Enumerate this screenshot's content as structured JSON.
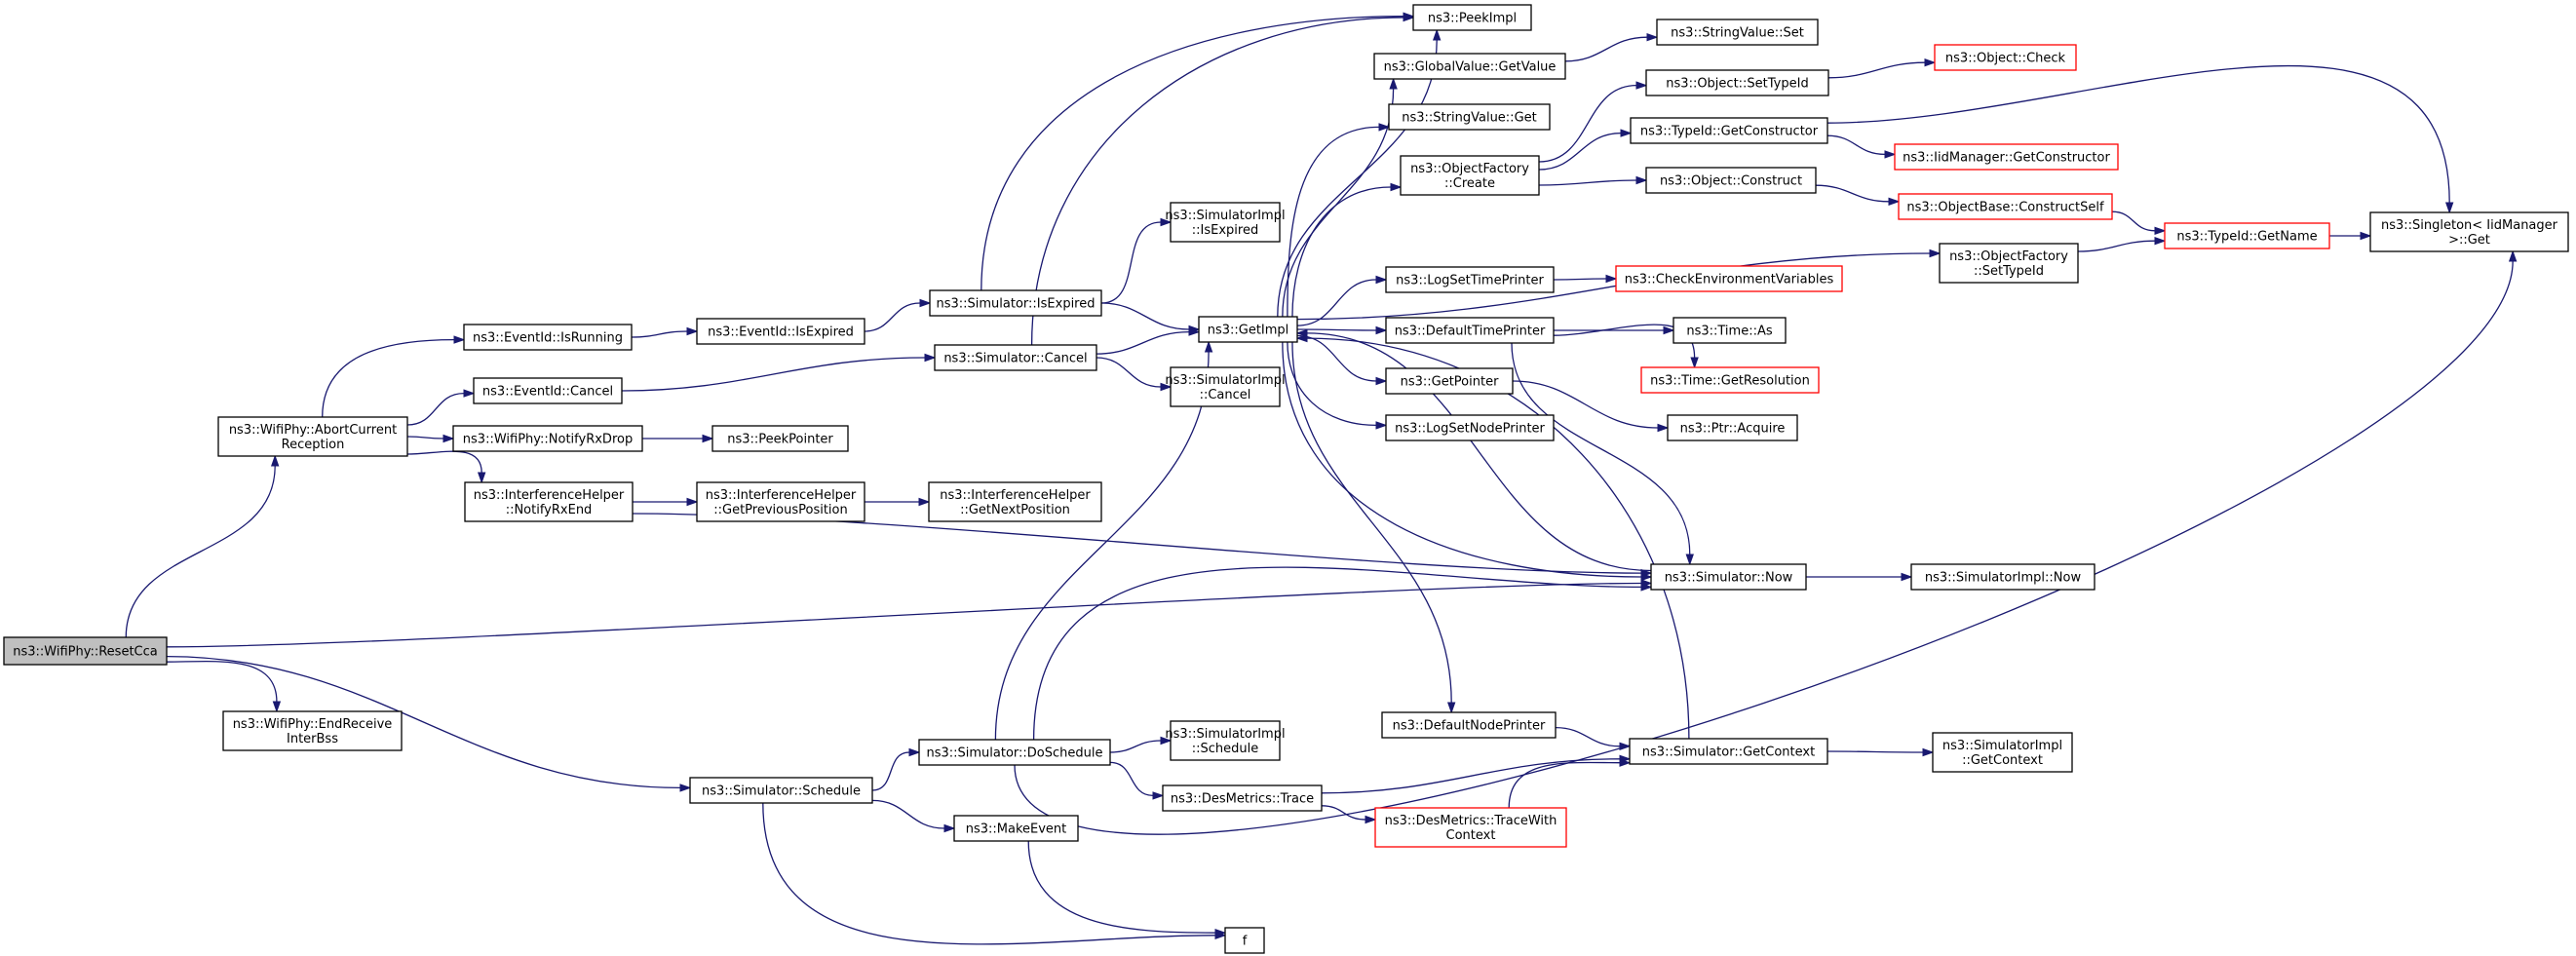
{
  "graph_title": "",
  "colors": {
    "edge": "#191970",
    "node_border": "#000000",
    "node_border_incomplete": "#ff0000",
    "root_fill": "#bfbfbf",
    "node_fill": "#ffffff"
  },
  "nodes": [
    {
      "id": "reset",
      "lines": [
        "ns3::WifiPhy::ResetCca"
      ],
      "style": "root"
    },
    {
      "id": "abort",
      "lines": [
        "ns3::WifiPhy::AbortCurrent",
        "Reception"
      ]
    },
    {
      "id": "endrecv",
      "lines": [
        "ns3::WifiPhy::EndReceive",
        "InterBss"
      ]
    },
    {
      "id": "simsched",
      "lines": [
        "ns3::Simulator::Schedule"
      ]
    },
    {
      "id": "isrunning",
      "lines": [
        "ns3::EventId::IsRunning"
      ]
    },
    {
      "id": "evcancel",
      "lines": [
        "ns3::EventId::Cancel"
      ]
    },
    {
      "id": "notifyrxdrop",
      "lines": [
        "ns3::WifiPhy::NotifyRxDrop"
      ]
    },
    {
      "id": "ihnotify",
      "lines": [
        "ns3::InterferenceHelper",
        "::NotifyRxEnd"
      ]
    },
    {
      "id": "evexpired",
      "lines": [
        "ns3::EventId::IsExpired"
      ]
    },
    {
      "id": "peekptr",
      "lines": [
        "ns3::PeekPointer"
      ]
    },
    {
      "id": "ihprev",
      "lines": [
        "ns3::InterferenceHelper",
        "::GetPreviousPosition"
      ]
    },
    {
      "id": "ihnext",
      "lines": [
        "ns3::InterferenceHelper",
        "::GetNextPosition"
      ]
    },
    {
      "id": "simexpired",
      "lines": [
        "ns3::Simulator::IsExpired"
      ]
    },
    {
      "id": "simcancel",
      "lines": [
        "ns3::Simulator::Cancel"
      ]
    },
    {
      "id": "dosched",
      "lines": [
        "ns3::Simulator::DoSchedule"
      ]
    },
    {
      "id": "makeevent",
      "lines": [
        "ns3::MakeEvent"
      ]
    },
    {
      "id": "f",
      "lines": [
        "f"
      ]
    },
    {
      "id": "peekimpl",
      "lines": [
        "ns3::PeekImpl"
      ]
    },
    {
      "id": "siimpexpired",
      "lines": [
        "ns3::SimulatorImpl",
        "::IsExpired"
      ]
    },
    {
      "id": "getimpl",
      "lines": [
        "ns3::GetImpl"
      ]
    },
    {
      "id": "siimpcancel",
      "lines": [
        "ns3::SimulatorImpl",
        "::Cancel"
      ]
    },
    {
      "id": "siimpsched",
      "lines": [
        "ns3::SimulatorImpl",
        "::Schedule"
      ]
    },
    {
      "id": "desmtrace",
      "lines": [
        "ns3::DesMetrics::Trace"
      ]
    },
    {
      "id": "gvgetvalue",
      "lines": [
        "ns3::GlobalValue::GetValue"
      ]
    },
    {
      "id": "svget",
      "lines": [
        "ns3::StringValue::Get"
      ]
    },
    {
      "id": "ofcreate",
      "lines": [
        "ns3::ObjectFactory",
        "::Create"
      ]
    },
    {
      "id": "logsettime",
      "lines": [
        "ns3::LogSetTimePrinter"
      ]
    },
    {
      "id": "deftimeprinter",
      "lines": [
        "ns3::DefaultTimePrinter"
      ]
    },
    {
      "id": "getpointer",
      "lines": [
        "ns3::GetPointer"
      ]
    },
    {
      "id": "logsetnode",
      "lines": [
        "ns3::LogSetNodePrinter"
      ]
    },
    {
      "id": "defnodeprinter",
      "lines": [
        "ns3::DefaultNodePrinter"
      ]
    },
    {
      "id": "desmtracectx",
      "lines": [
        "ns3::DesMetrics::TraceWith",
        "Context"
      ],
      "style": "red"
    },
    {
      "id": "svset",
      "lines": [
        "ns3::StringValue::Set"
      ]
    },
    {
      "id": "objsettypeid",
      "lines": [
        "ns3::Object::SetTypeId"
      ]
    },
    {
      "id": "tidgetctor",
      "lines": [
        "ns3::TypeId::GetConstructor"
      ]
    },
    {
      "id": "objconstruct",
      "lines": [
        "ns3::Object::Construct"
      ]
    },
    {
      "id": "checkenv",
      "lines": [
        "ns3::CheckEnvironmentVariables"
      ],
      "style": "red"
    },
    {
      "id": "timeas",
      "lines": [
        "ns3::Time::As"
      ]
    },
    {
      "id": "timegetres",
      "lines": [
        "ns3::Time::GetResolution"
      ],
      "style": "red"
    },
    {
      "id": "ptracquire",
      "lines": [
        "ns3::Ptr::Acquire"
      ]
    },
    {
      "id": "simnow",
      "lines": [
        "ns3::Simulator::Now"
      ]
    },
    {
      "id": "simgetctx",
      "lines": [
        "ns3::Simulator::GetContext"
      ]
    },
    {
      "id": "ofsettypeid",
      "lines": [
        "ns3::ObjectFactory",
        "::SetTypeId"
      ]
    },
    {
      "id": "objcheck",
      "lines": [
        "ns3::Object::Check"
      ],
      "style": "red"
    },
    {
      "id": "iidgetctor",
      "lines": [
        "ns3::IidManager::GetConstructor"
      ],
      "style": "red"
    },
    {
      "id": "objbaseconstruct",
      "lines": [
        "ns3::ObjectBase::ConstructSelf"
      ],
      "style": "red"
    },
    {
      "id": "tidgetname",
      "lines": [
        "ns3::TypeId::GetName"
      ],
      "style": "red"
    },
    {
      "id": "siimpnow",
      "lines": [
        "ns3::SimulatorImpl::Now"
      ]
    },
    {
      "id": "siimpgetctx",
      "lines": [
        "ns3::SimulatorImpl",
        "::GetContext"
      ]
    },
    {
      "id": "singleton",
      "lines": [
        "ns3::Singleton< IidManager",
        " >::Get"
      ]
    }
  ],
  "edges": [
    [
      "reset",
      "abort"
    ],
    [
      "reset",
      "endrecv"
    ],
    [
      "reset",
      "simsched"
    ],
    [
      "reset",
      "simnow"
    ],
    [
      "abort",
      "isrunning"
    ],
    [
      "abort",
      "evcancel"
    ],
    [
      "abort",
      "notifyrxdrop"
    ],
    [
      "abort",
      "ihnotify"
    ],
    [
      "isrunning",
      "evexpired"
    ],
    [
      "evexpired",
      "simexpired"
    ],
    [
      "evcancel",
      "simcancel"
    ],
    [
      "notifyrxdrop",
      "peekptr"
    ],
    [
      "ihnotify",
      "ihprev"
    ],
    [
      "ihnotify",
      "simnow"
    ],
    [
      "ihprev",
      "ihnext"
    ],
    [
      "simexpired",
      "peekimpl"
    ],
    [
      "simexpired",
      "siimpexpired"
    ],
    [
      "simexpired",
      "getimpl"
    ],
    [
      "simcancel",
      "peekimpl"
    ],
    [
      "simcancel",
      "getimpl"
    ],
    [
      "simcancel",
      "siimpcancel"
    ],
    [
      "simsched",
      "dosched"
    ],
    [
      "simsched",
      "makeevent"
    ],
    [
      "simsched",
      "f"
    ],
    [
      "makeevent",
      "f"
    ],
    [
      "dosched",
      "getimpl"
    ],
    [
      "dosched",
      "siimpsched"
    ],
    [
      "dosched",
      "desmtrace"
    ],
    [
      "dosched",
      "simnow"
    ],
    [
      "dosched",
      "singleton"
    ],
    [
      "getimpl",
      "peekimpl"
    ],
    [
      "getimpl",
      "gvgetvalue"
    ],
    [
      "getimpl",
      "svget"
    ],
    [
      "getimpl",
      "ofcreate"
    ],
    [
      "getimpl",
      "ofsettypeid"
    ],
    [
      "getimpl",
      "logsettime"
    ],
    [
      "getimpl",
      "deftimeprinter"
    ],
    [
      "getimpl",
      "getpointer"
    ],
    [
      "getimpl",
      "logsetnode"
    ],
    [
      "getimpl",
      "defnodeprinter"
    ],
    [
      "getimpl",
      "simnow"
    ],
    [
      "desmtrace",
      "simgetctx"
    ],
    [
      "desmtrace",
      "desmtracectx"
    ],
    [
      "desmtracectx",
      "simgetctx"
    ],
    [
      "gvgetvalue",
      "svset"
    ],
    [
      "ofcreate",
      "objsettypeid"
    ],
    [
      "ofcreate",
      "tidgetctor"
    ],
    [
      "ofcreate",
      "objconstruct"
    ],
    [
      "objsettypeid",
      "objcheck"
    ],
    [
      "tidgetctor",
      "iidgetctor"
    ],
    [
      "tidgetctor",
      "singleton"
    ],
    [
      "objconstruct",
      "objbaseconstruct"
    ],
    [
      "objbaseconstruct",
      "tidgetname"
    ],
    [
      "ofsettypeid",
      "tidgetname"
    ],
    [
      "tidgetname",
      "singleton"
    ],
    [
      "logsettime",
      "checkenv"
    ],
    [
      "deftimeprinter",
      "timeas"
    ],
    [
      "deftimeprinter",
      "timegetres"
    ],
    [
      "deftimeprinter",
      "simnow"
    ],
    [
      "getpointer",
      "ptracquire"
    ],
    [
      "defnodeprinter",
      "simgetctx"
    ],
    [
      "simnow",
      "getimpl"
    ],
    [
      "simnow",
      "siimpnow"
    ],
    [
      "simgetctx",
      "getimpl"
    ],
    [
      "simgetctx",
      "siimpgetctx"
    ]
  ]
}
